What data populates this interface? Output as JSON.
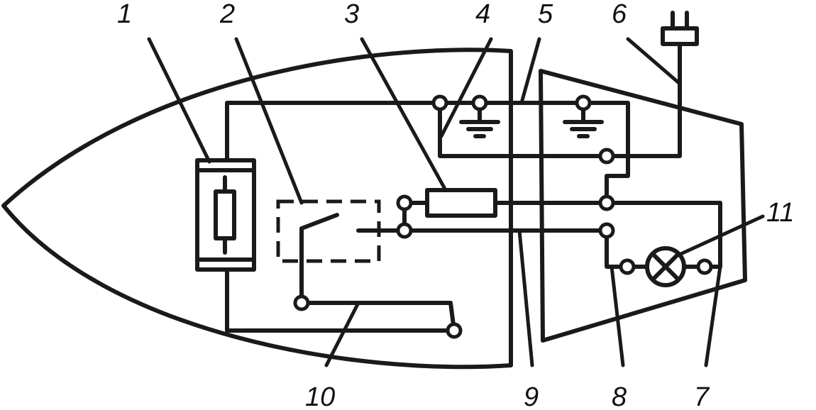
{
  "labels": {
    "l1": "1",
    "l2": "2",
    "l3": "3",
    "l4": "4",
    "l5": "5",
    "l6": "6",
    "l7": "7",
    "l8": "8",
    "l9": "9",
    "l10": "10",
    "l11": "11"
  },
  "colors": {
    "line": "#1a1a1a",
    "background": "#ffffff"
  }
}
